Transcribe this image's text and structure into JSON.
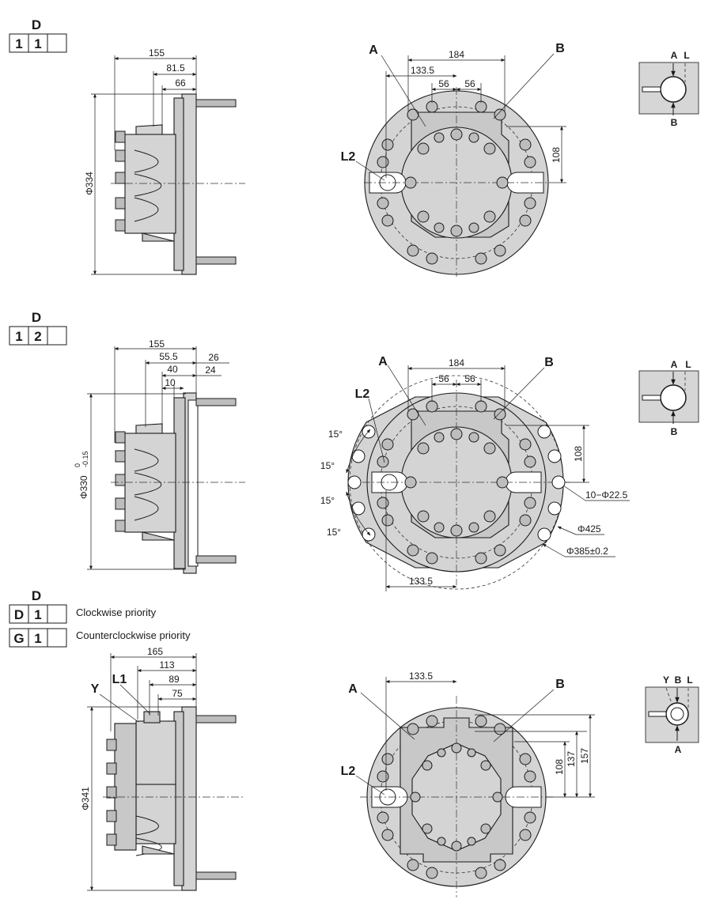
{
  "section1": {
    "code_header": "D",
    "code_cells": [
      "1",
      "1",
      ""
    ],
    "side_dims": [
      "155",
      "81.5",
      "66"
    ],
    "side_diameter": "Φ334",
    "front_dims": [
      "184",
      "133.5",
      "56",
      "56",
      "108"
    ],
    "ports": [
      "A",
      "B",
      "L2"
    ],
    "symbol_labels": [
      "A",
      "L",
      "B"
    ]
  },
  "section2": {
    "code_header": "D",
    "code_cells": [
      "1",
      "2",
      ""
    ],
    "side_dims": [
      "155",
      "55.5",
      "26",
      "40",
      "24",
      "10"
    ],
    "side_diameter": "Φ330",
    "side_diameter_tol_upper": "0",
    "side_diameter_tol_lower": "-0.15",
    "front_dims": [
      "184",
      "56",
      "56",
      "108",
      "133.5"
    ],
    "angles": [
      "15°",
      "15°",
      "15°",
      "15°"
    ],
    "callouts": [
      "10−Φ22.5",
      "Φ425",
      "Φ385±0.2"
    ],
    "ports": [
      "A",
      "B",
      "L2"
    ],
    "symbol_labels": [
      "A",
      "L",
      "B"
    ]
  },
  "section3": {
    "code_header": "D",
    "rows": [
      {
        "cells": [
          "D",
          "1",
          ""
        ],
        "note": "Clockwise priority"
      },
      {
        "cells": [
          "G",
          "1",
          ""
        ],
        "note": "Counterclockwise priority"
      }
    ],
    "side_dims": [
      "165",
      "113",
      "89",
      "75"
    ],
    "side_diameter": "Φ341",
    "side_labels": [
      "Y",
      "L1"
    ],
    "front_dims": [
      "133.5",
      "108",
      "137",
      "157"
    ],
    "ports": [
      "A",
      "B",
      "L2"
    ],
    "symbol_labels": [
      "Y",
      "B",
      "L",
      "A"
    ]
  }
}
